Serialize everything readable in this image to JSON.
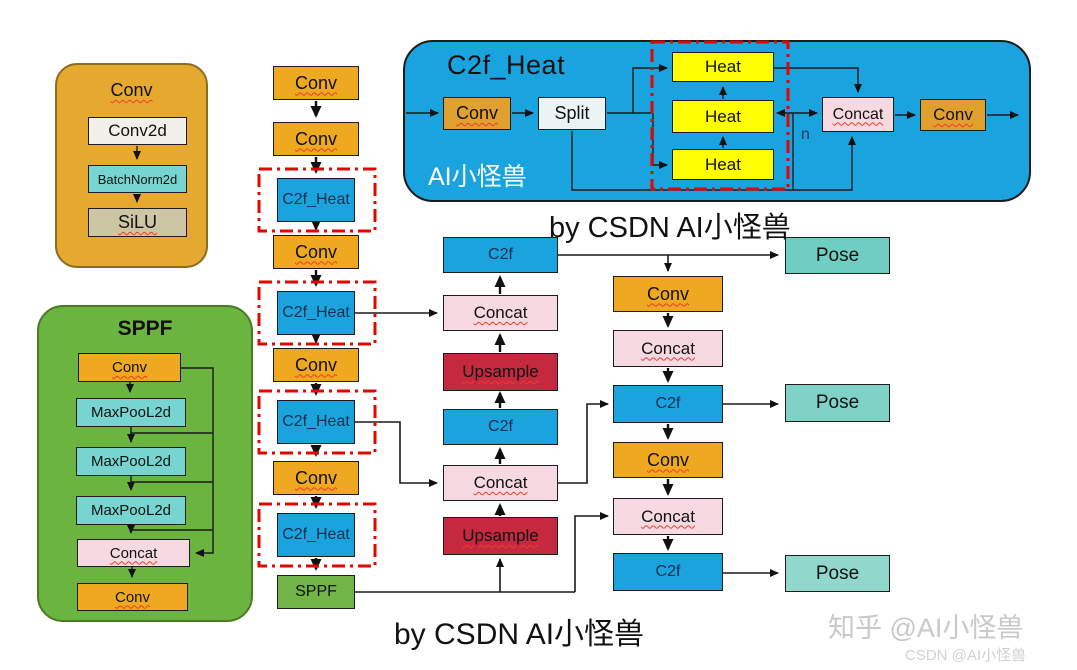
{
  "colors": {
    "panel_blue": "#19A3DF",
    "panel_orange": "#E5A930",
    "panel_green": "#6CB440",
    "box_orange": "#EFA921",
    "box_cyan": "#76D5D0",
    "box_pink": "#F7DAE1",
    "box_blue": "#1BA3DE",
    "box_yellow": "#FFFF00",
    "box_crimson": "#C5293F",
    "box_green": "#70B546",
    "pose_teal_top": "#6FCDC2",
    "pose_teal_middle": "#80D2C7",
    "pose_teal_bottom": "#90D8CC",
    "dash_red": "#E10600",
    "squiggle_red": "#F33A25"
  },
  "legend_conv": {
    "title": "Conv",
    "conv2d": "Conv2d",
    "batchnorm": "BatchNorm2d",
    "silu": "SiLU"
  },
  "legend_sppf": {
    "title": "SPPF",
    "conv_in": "Conv",
    "maxpool1": "MaxPooL2d",
    "maxpool2": "MaxPooL2d",
    "maxpool3": "MaxPooL2d",
    "concat": "Concat",
    "conv_out": "Conv"
  },
  "c2f_heat_panel": {
    "title": "C2f_Heat",
    "brand": "AI小怪兽",
    "conv_in": "Conv",
    "split": "Split",
    "heat_top": "Heat",
    "heat_mid": "Heat",
    "heat_bottom": "Heat",
    "concat": "Concat",
    "conv_out": "Conv",
    "n_label": "n"
  },
  "backbone": {
    "conv1": "Conv",
    "conv2": "Conv",
    "c2f_heat1": "C2f_Heat",
    "conv3": "Conv",
    "c2f_heat2": "C2f_Heat",
    "conv4": "Conv",
    "c2f_heat3": "C2f_Heat",
    "conv5": "Conv",
    "c2f_heat4": "C2f_Heat",
    "sppf": "SPPF"
  },
  "neck": {
    "c2f_top": "C2f",
    "concat_top": "Concat",
    "upsample_top": "Upsample",
    "c2f_mid": "C2f",
    "concat_mid": "Concat",
    "upsample_bottom": "Upsample"
  },
  "head": {
    "conv_top": "Conv",
    "concat_top": "Concat",
    "c2f_mid": "C2f",
    "conv_mid": "Conv",
    "concat_bottom": "Concat",
    "c2f_bottom": "C2f"
  },
  "pose": {
    "top": "Pose",
    "middle": "Pose",
    "bottom": "Pose"
  },
  "captions": {
    "top": "by CSDN AI小怪兽",
    "bottom": "by CSDN AI小怪兽"
  },
  "watermarks": {
    "zhihu": "知乎 @AI小怪兽",
    "csdn": "CSDN @AI小怪兽"
  }
}
